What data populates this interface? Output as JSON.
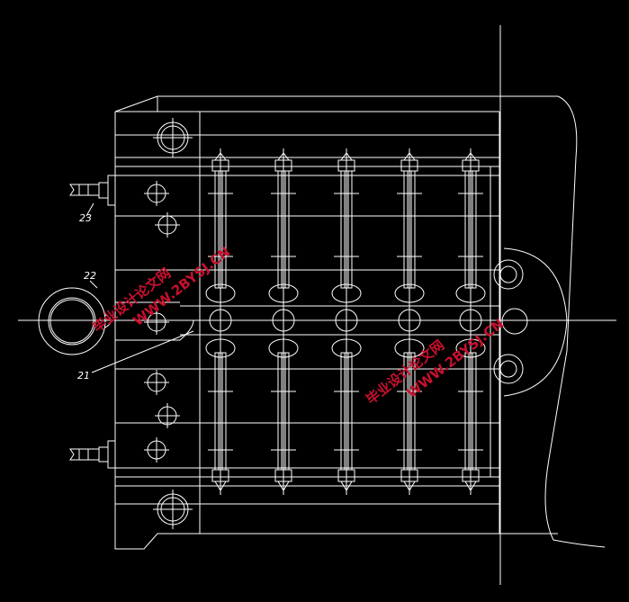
{
  "labels": {
    "l21": "21",
    "l22": "22",
    "l23": "23"
  },
  "watermark": {
    "line1": "毕业设计论文网",
    "line2": "WWW.2BYSJ.CN"
  },
  "colors": {
    "background": "#000000",
    "lines": "#ffffff",
    "watermark": "#c8102e"
  }
}
